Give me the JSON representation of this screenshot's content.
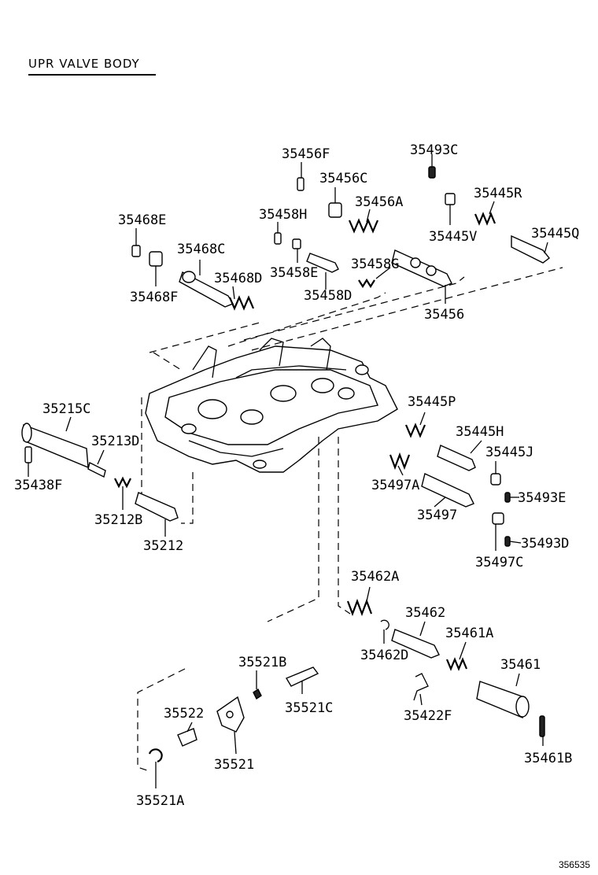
{
  "title": "UPR VALVE BODY",
  "image_id": "356535",
  "parts": [
    {
      "id": "p1",
      "text": "35456F"
    },
    {
      "id": "p2",
      "text": "35493C"
    },
    {
      "id": "p3",
      "text": "35456C"
    },
    {
      "id": "p4",
      "text": "35458H"
    },
    {
      "id": "p5",
      "text": "35456A"
    },
    {
      "id": "p6",
      "text": "35445R"
    },
    {
      "id": "p7",
      "text": "35468E"
    },
    {
      "id": "p8",
      "text": "35445V"
    },
    {
      "id": "p9",
      "text": "35445Q"
    },
    {
      "id": "p10",
      "text": "35468C"
    },
    {
      "id": "p11",
      "text": "35458G"
    },
    {
      "id": "p12",
      "text": "35458E"
    },
    {
      "id": "p13",
      "text": "35468D"
    },
    {
      "id": "p14",
      "text": "35468F"
    },
    {
      "id": "p15",
      "text": "35458D"
    },
    {
      "id": "p16",
      "text": "35456"
    },
    {
      "id": "p17",
      "text": "35445P"
    },
    {
      "id": "p18",
      "text": "35215C"
    },
    {
      "id": "p19",
      "text": "35445H"
    },
    {
      "id": "p20",
      "text": "35213D"
    },
    {
      "id": "p21",
      "text": "35445J"
    },
    {
      "id": "p22",
      "text": "35497A"
    },
    {
      "id": "p23",
      "text": "35438F"
    },
    {
      "id": "p24",
      "text": "35493E"
    },
    {
      "id": "p25",
      "text": "35497"
    },
    {
      "id": "p26",
      "text": "35212B"
    },
    {
      "id": "p27",
      "text": "35493D"
    },
    {
      "id": "p28",
      "text": "35212"
    },
    {
      "id": "p29",
      "text": "35497C"
    },
    {
      "id": "p30",
      "text": "35462A"
    },
    {
      "id": "p31",
      "text": "35462"
    },
    {
      "id": "p32",
      "text": "35461A"
    },
    {
      "id": "p33",
      "text": "35462D"
    },
    {
      "id": "p34",
      "text": "35521B"
    },
    {
      "id": "p35",
      "text": "35461"
    },
    {
      "id": "p36",
      "text": "35521C"
    },
    {
      "id": "p37",
      "text": "35522"
    },
    {
      "id": "p38",
      "text": "35422F"
    },
    {
      "id": "p39",
      "text": "35521"
    },
    {
      "id": "p40",
      "text": "35461B"
    },
    {
      "id": "p41",
      "text": "35521A"
    }
  ]
}
